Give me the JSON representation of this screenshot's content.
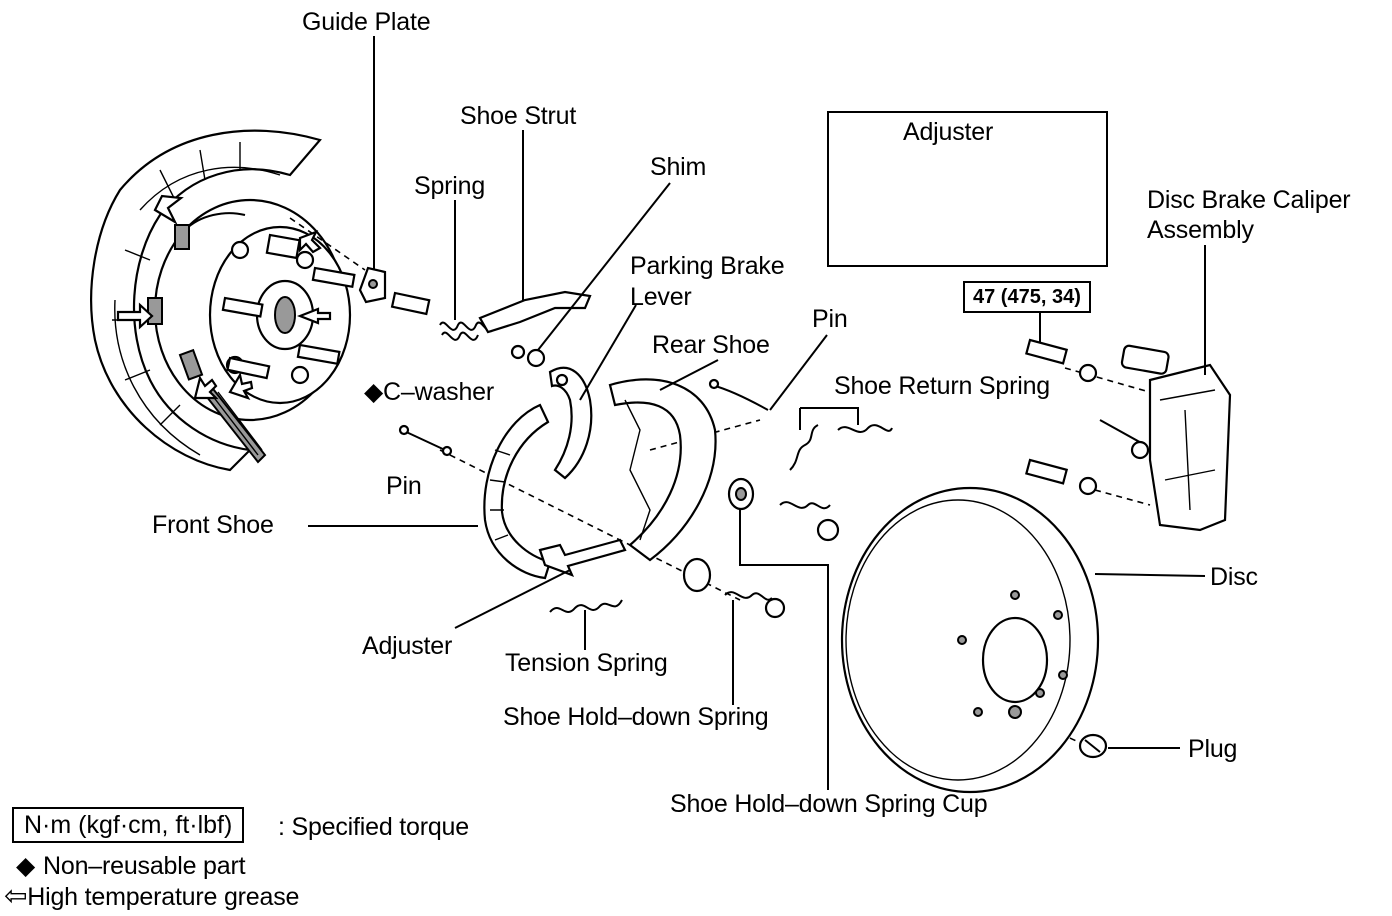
{
  "labels": {
    "guide_plate": "Guide Plate",
    "shoe_strut": "Shoe Strut",
    "spring": "Spring",
    "shim": "Shim",
    "parking_brake_lever_1": "Parking  Brake",
    "parking_brake_lever_2": "Lever",
    "rear_shoe": "Rear Shoe",
    "pin_top": "Pin",
    "shoe_return_spring": "Shoe Return Spring",
    "c_washer": "C–washer",
    "pin_left": "Pin",
    "front_shoe": "Front Shoe",
    "adjuster_lower": "Adjuster",
    "tension_spring": "Tension Spring",
    "shoe_hold_down_spring": "Shoe Hold–down Spring",
    "shoe_hold_down_spring_cup": "Shoe Hold–down Spring Cup",
    "adjuster_box": "Adjuster",
    "disc_brake_caliper_1": "Disc Brake Caliper",
    "disc_brake_caliper_2": "Assembly",
    "disc": "Disc",
    "plug": "Plug"
  },
  "torque_spec": "47 (475, 34)",
  "legend": {
    "torque_units": "N·m (kgf·cm, ft·lbf)",
    "torque_desc": ": Specified torque",
    "non_reusable_symbol": "◆",
    "non_reusable": "Non–reusable part",
    "grease_symbol": "⇦",
    "grease": "High temperature grease"
  },
  "symbols": {
    "c_washer_marker": "◆"
  }
}
